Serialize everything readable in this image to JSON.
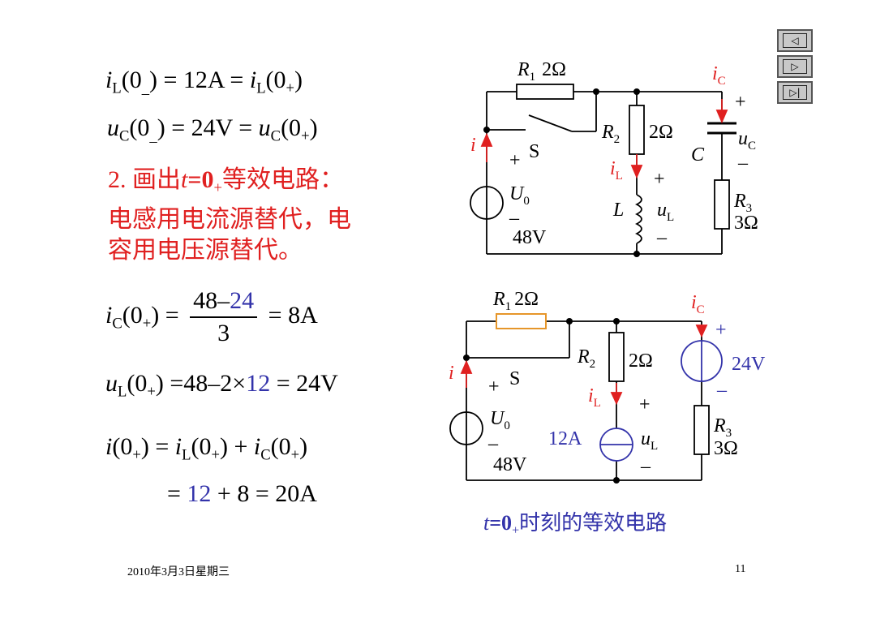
{
  "equations": {
    "e1": {
      "lhs_i": "i",
      "lhs_sub": "L",
      "arg1": "(0",
      "arg1_sub": "_",
      "rest": ") = 12A = ",
      "rhs_i": "i",
      "rhs_sub": "L",
      "arg2": "(0",
      "arg2_sub": "+",
      "close": ")"
    },
    "e2": {
      "lhs_i": "u",
      "lhs_sub": "C",
      "arg1": "(0",
      "arg1_sub": "_",
      "rest": ") = 24V = ",
      "rhs_i": "u",
      "rhs_sub": "C",
      "arg2": "(0",
      "arg2_sub": "+",
      "close": ")"
    },
    "e3": {
      "lhs_i": "i",
      "lhs_sub": "C",
      "arg": "(0",
      "arg_sub": "+",
      "eq": ") =",
      "num_a": "48–",
      "num_b": "24",
      "den": "3",
      "result": "= 8A"
    },
    "e4": {
      "lhs_i": "u",
      "lhs_sub": "L",
      "arg": "(0",
      "arg_sub": "+",
      "eq": ") =48–2×",
      "val": "12",
      "result": " = 24V"
    },
    "e5": {
      "lhs_i": "i",
      "arg": "(0",
      "arg_sub": "+",
      "eq": ") = ",
      "t1_i": "i",
      "t1_sub": "L",
      "t1_arg": "(0",
      "t1_arg_sub": "+",
      "plus": ") + ",
      "t2_i": "i",
      "t2_sub": "C",
      "t2_arg": "(0",
      "t2_arg_sub": "+",
      "close": ")"
    },
    "e6": {
      "eq": "= ",
      "val": "12",
      "result": " + 8 = 20A"
    }
  },
  "heading": {
    "line1_a": "2. 画出",
    "line1_t": "t",
    "line1_eq": "=0",
    "line1_sub": "+",
    "line1_b": "等效电路：",
    "line2": "电感用电流源替代，电",
    "line3": "容用电压源替代。"
  },
  "circuit_top": {
    "r1_name": "R",
    "r1_sub": "1",
    "r1_val": "2Ω",
    "r2_name": "R",
    "r2_sub": "2",
    "r2_val": "2Ω",
    "r3_name": "R",
    "r3_sub": "3",
    "r3_val": "3Ω",
    "cap_name": "C",
    "ic_name": "i",
    "ic_sub": "C",
    "uc_name": "u",
    "uc_sub": "C",
    "il_name": "i",
    "il_sub": "L",
    "ul_name": "u",
    "ul_sub": "L",
    "l_name": "L",
    "i_name": "i",
    "switch_name": "S",
    "u0_name": "U",
    "u0_sub": "0",
    "u0_value": "48V",
    "plus": "+",
    "minus": "–"
  },
  "circuit_bottom": {
    "r1_name": "R",
    "r1_sub": "1",
    "r1_val": "2Ω",
    "r2_name": "R",
    "r2_sub": "2",
    "r2_val": "2Ω",
    "r3_name": "R",
    "r3_sub": "3",
    "r3_val": "3Ω",
    "ic_name": "i",
    "ic_sub": "C",
    "il_name": "i",
    "il_sub": "L",
    "ul_name": "u",
    "ul_sub": "L",
    "i_name": "i",
    "switch_name": "S",
    "u0_name": "U",
    "u0_sub": "0",
    "u0_value": "48V",
    "current_source": "12A",
    "voltage_source": "24V",
    "plus": "+",
    "minus": "–",
    "caption_t": "t",
    "caption_eq": "=0",
    "caption_sub": "+",
    "caption_text": "时刻的等效电路"
  },
  "nav": {
    "prev": "◁",
    "next": "▷",
    "last": "▷|"
  },
  "footer": {
    "date": "2010年3月3日星期三",
    "page": "11"
  },
  "colors": {
    "red": "#e02020",
    "blue": "#3333aa",
    "orange": "#e6962a"
  }
}
